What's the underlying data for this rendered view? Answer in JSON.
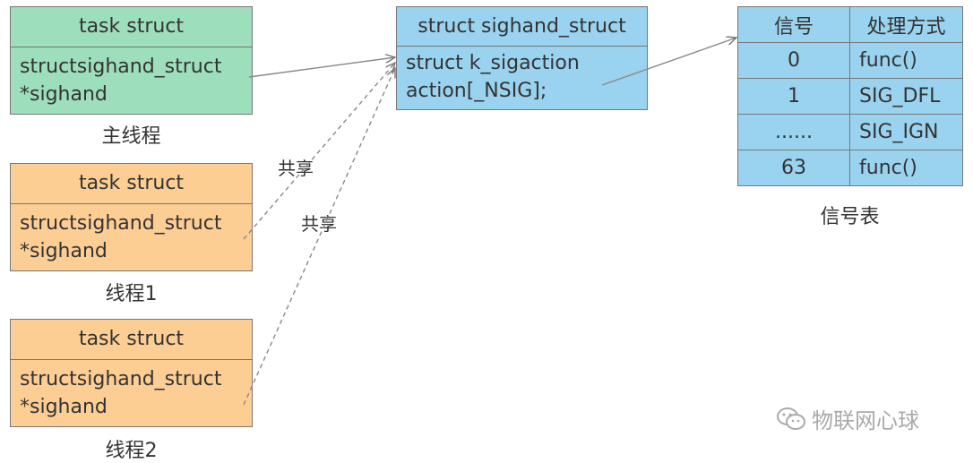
{
  "main_thread": {
    "header": "task struct",
    "line1": "structsighand_struct",
    "line2": "*sighand",
    "caption": "主线程"
  },
  "thread1": {
    "header": "task struct",
    "line1": "structsighand_struct",
    "line2": "*sighand",
    "caption": "线程1"
  },
  "thread2": {
    "header": "task struct",
    "line1": "structsighand_struct",
    "line2": "*sighand",
    "caption": "线程2"
  },
  "sighand": {
    "header": "struct sighand_struct",
    "line1": "struct k_sigaction",
    "line2": "action[_NSIG];"
  },
  "share_labels": [
    "共享",
    "共享"
  ],
  "signal_table": {
    "headers": [
      "信号",
      "处理方式"
    ],
    "rows": [
      [
        "0",
        "func()"
      ],
      [
        "1",
        "SIG_DFL"
      ],
      [
        "......",
        "SIG_IGN"
      ],
      [
        "63",
        "func()"
      ]
    ],
    "caption": "信号表"
  },
  "watermark": {
    "icon": "wechat-icon",
    "text": "物联网心球"
  },
  "colors": {
    "main": "#9ddfbd",
    "thread": "#fcce94",
    "struct": "#9ad3ef"
  }
}
